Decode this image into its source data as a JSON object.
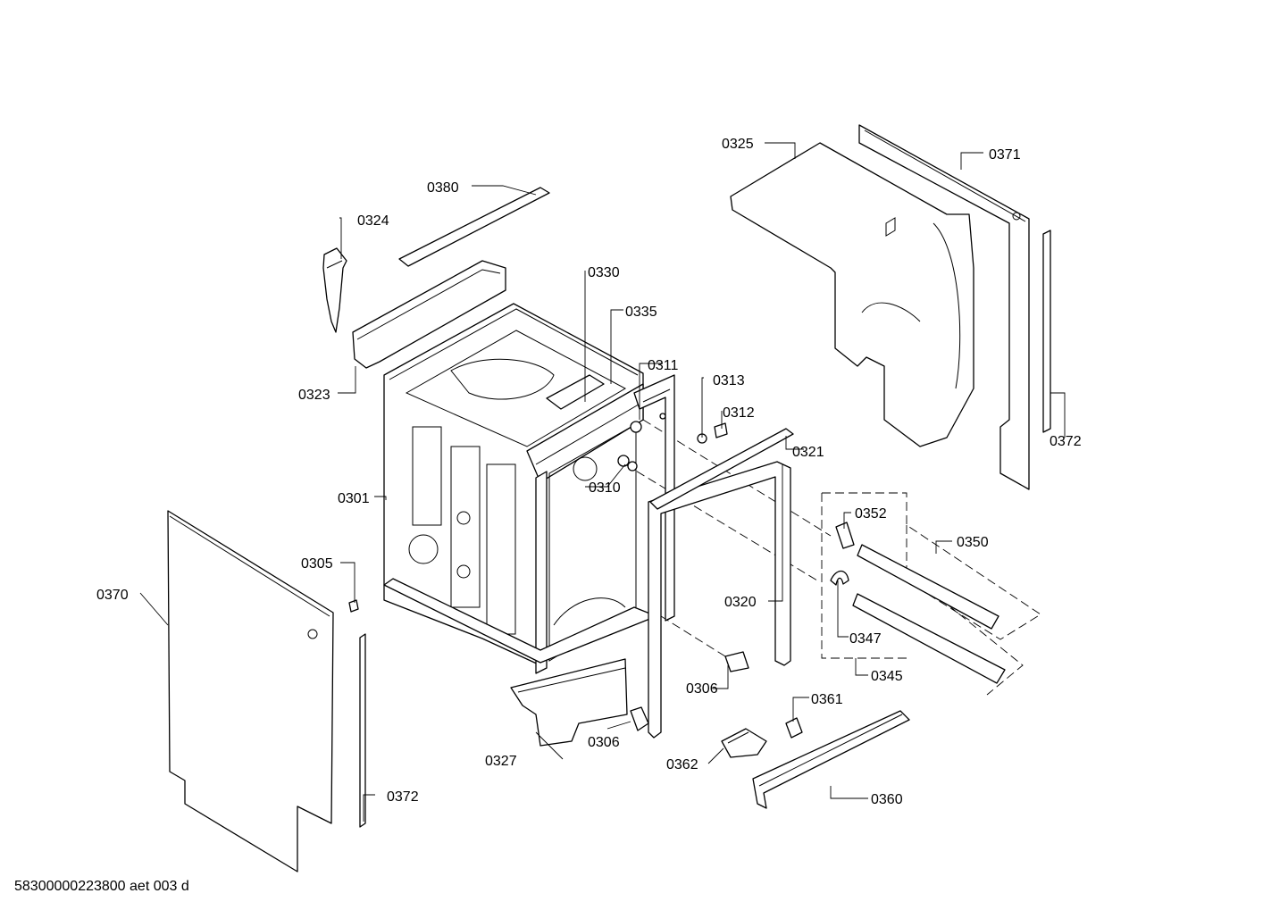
{
  "labels": {
    "p0301": "0301",
    "p0305": "0305",
    "p0306a": "0306",
    "p0306b": "0306",
    "p0310": "0310",
    "p0311": "0311",
    "p0312": "0312",
    "p0313": "0313",
    "p0320": "0320",
    "p0321": "0321",
    "p0323": "0323",
    "p0324": "0324",
    "p0325": "0325",
    "p0327": "0327",
    "p0330": "0330",
    "p0335": "0335",
    "p0345": "0345",
    "p0347": "0347",
    "p0350": "0350",
    "p0352": "0352",
    "p0360": "0360",
    "p0361": "0361",
    "p0362": "0362",
    "p0370": "0370",
    "p0371": "0371",
    "p0372a": "0372",
    "p0372b": "0372",
    "p0380": "0380"
  },
  "footer": {
    "code": "58300000223800 aet 003 d"
  },
  "colors": {
    "line": "#000000",
    "background": "#ffffff"
  }
}
